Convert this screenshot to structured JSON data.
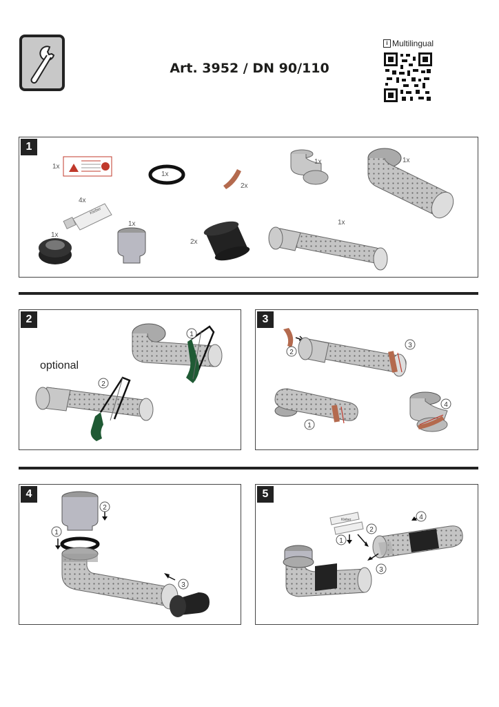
{
  "header": {
    "title": "Art. 3952 / DN 90/110",
    "multilingual_label": "Multilingual",
    "icons": [
      "wrench-icon",
      "qr-code",
      "document-icon"
    ]
  },
  "step1": {
    "number": "1",
    "label": {
      "sticker_qty": "1x",
      "ring_qty": "1x",
      "tape_qty": "2x",
      "elbow_qty": "1x",
      "long_elbow_qty": "1x",
      "adhesive_qty": "4x",
      "adhesive_label": "Kleber",
      "seal_qty": "1x",
      "reducer_qty": "1x",
      "sleeve_qty": "2x",
      "pipe_qty": "1x"
    }
  },
  "step2": {
    "number": "2",
    "optional_label": "optional",
    "callouts": [
      "1",
      "2"
    ]
  },
  "step3": {
    "number": "3",
    "callouts": [
      "1",
      "2",
      "3",
      "4"
    ]
  },
  "step4": {
    "number": "4",
    "callouts": [
      "1",
      "2",
      "3"
    ]
  },
  "step5": {
    "number": "5",
    "callouts": [
      "1",
      "2",
      "3",
      "4"
    ],
    "adhesive_label": "Kleber"
  },
  "colors": {
    "frame": "#444444",
    "badge": "#222222",
    "pipe": "#bdbdbd",
    "sleeve": "#2b2b2b",
    "tape": "#b46a4e",
    "saw_handle": "#1f5a34",
    "arrow_red": "#c0392b"
  }
}
